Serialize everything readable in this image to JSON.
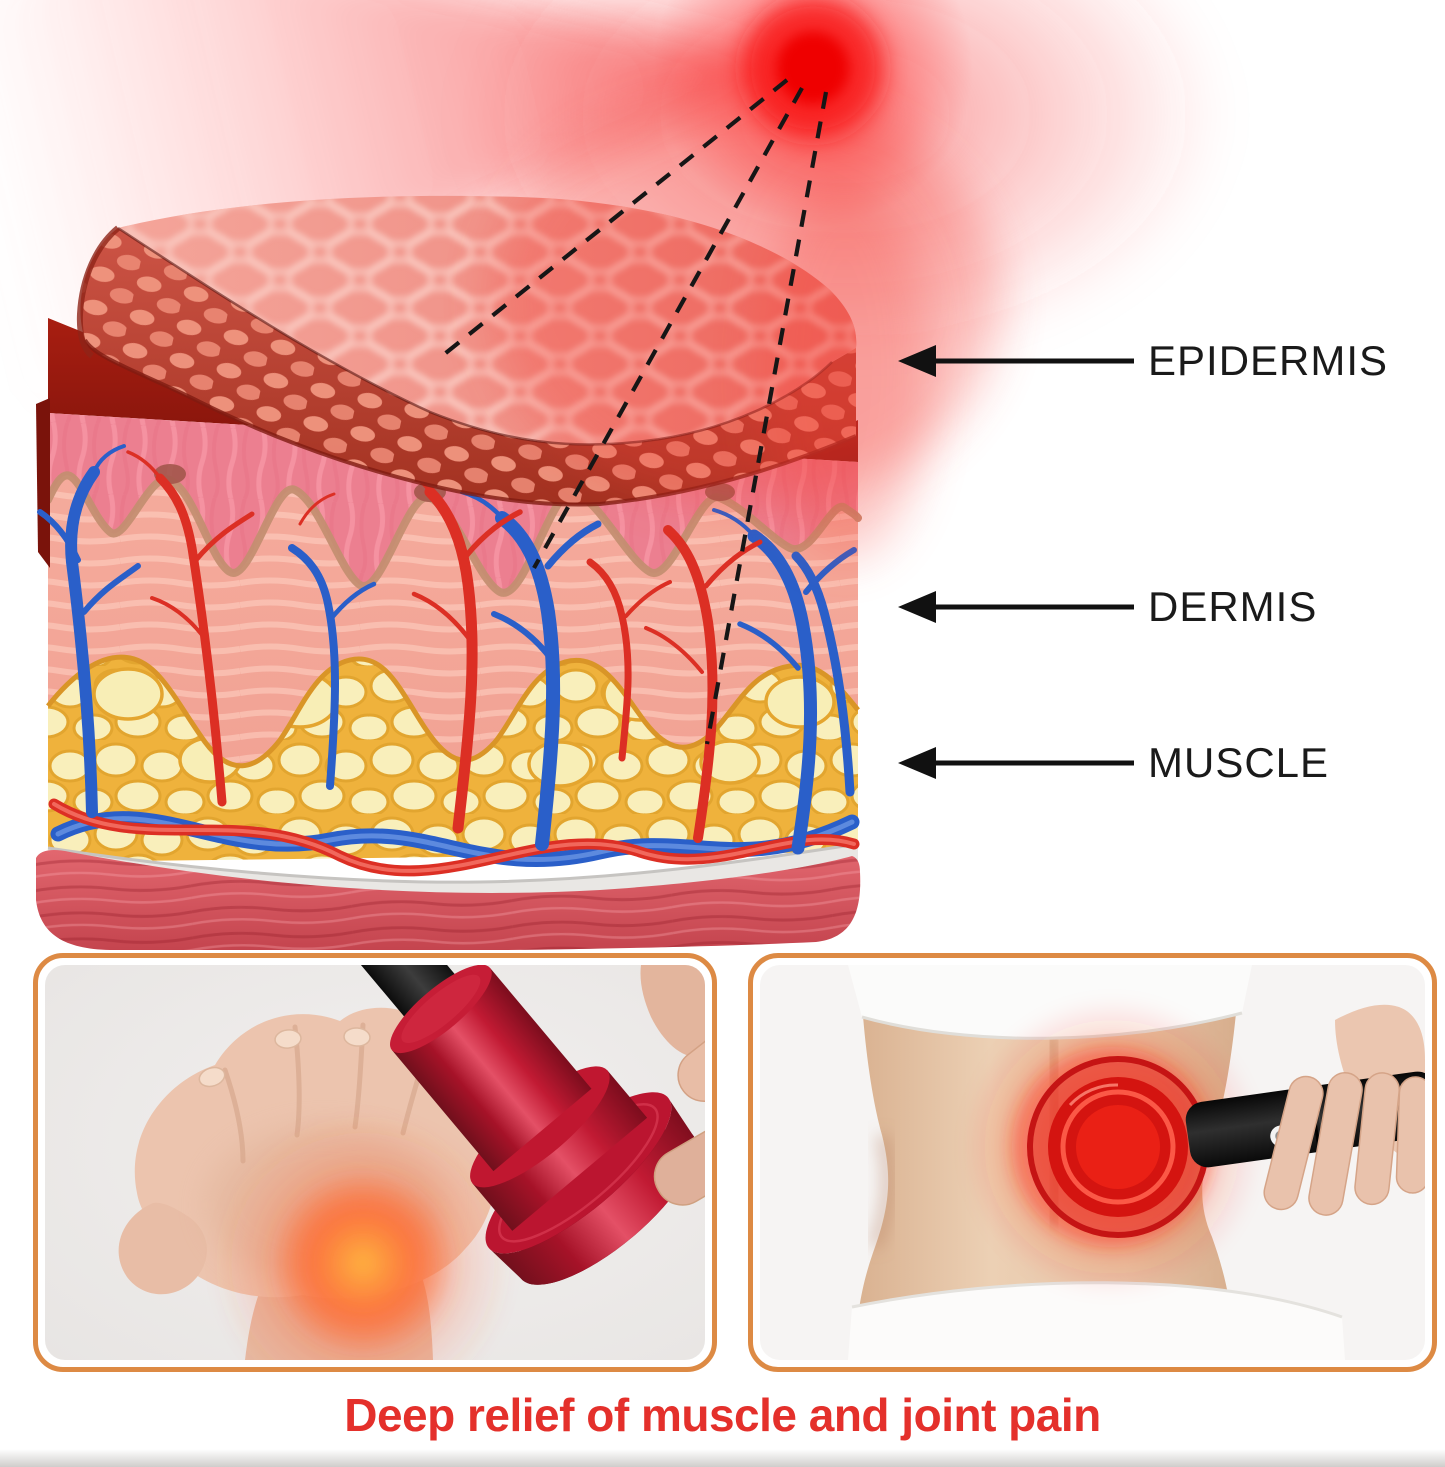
{
  "page": {
    "background": "#ffffff",
    "caption": {
      "text": "Deep relief of muscle and joint pain",
      "color": "#e4302b"
    },
    "photo_frame_color": "#dd8a44"
  },
  "diagram": {
    "labels": [
      {
        "id": "epidermis",
        "text": "EPIDERMIS"
      },
      {
        "id": "dermis",
        "text": "DERMIS"
      },
      {
        "id": "muscle",
        "text": "MUSCLE"
      }
    ],
    "icons": {
      "light": "red-light-source-icon",
      "beam": "red-light-beam",
      "pointer": "left-arrow-icon",
      "penetration": "dashed-penetration-lines"
    },
    "colors": {
      "light_red": "#f20808",
      "epidermis_surface": "#f2a096",
      "epidermis_cut_edge": "#c04a3c",
      "under_layer_dark_red": "#8e1a0f",
      "dermis_rose": "#ec7f90",
      "hypodermis_salmon": "#f3a898",
      "fat_yellow": "#f3cd5e",
      "membrane_gray": "#e9e7e4",
      "muscle_red": "#d5555e",
      "vessel_red": "#dc2f24",
      "vessel_blue": "#2a5fc9",
      "label_black": "#1a1a1a"
    }
  },
  "photos": {
    "left": {
      "name": "wrist-red-light-treatment-photo"
    },
    "right": {
      "name": "lower-back-red-light-treatment-photo"
    }
  }
}
